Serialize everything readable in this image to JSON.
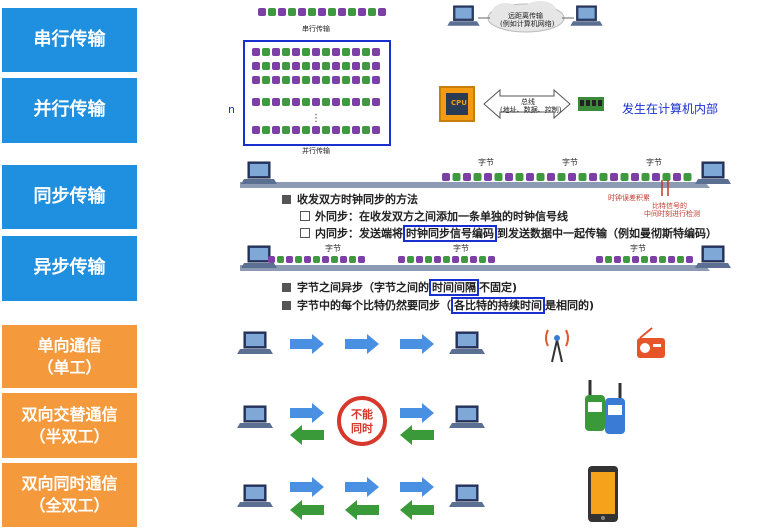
{
  "labels": {
    "serial": "串行传输",
    "parallel": "并行传输",
    "sync": "同步传输",
    "async": "异步传输",
    "simplex": [
      "单向通信",
      "（单工）"
    ],
    "half_duplex": [
      "双向交替通信",
      "（半双工）"
    ],
    "full_duplex": [
      "双向同时通信",
      "（全双工）"
    ]
  },
  "serial": {
    "caption": "串行传输",
    "cloud_line1": "远距离传输",
    "cloud_line2": "(例如计算机网络)"
  },
  "parallel": {
    "caption": "并行传输",
    "stray": "n",
    "cpu": "CPU",
    "bus_title": "总线",
    "bus_sub": "(地址、数据、控制)",
    "note": "发生在计算机内部"
  },
  "sync": {
    "byte": "字节",
    "clock_note": "时钟误差积累",
    "clock_note2": [
      "比特信号的",
      "中间时刻进行检测"
    ],
    "heading": "收发双方时钟同步的方法",
    "external": "外同步：在收发双方之间添加一条单独的时钟信号线",
    "internal_pre": "内同步：发送端将",
    "internal_hl": "时钟同步信号编码",
    "internal_post": "到发送数据中一起传输（例如曼彻斯特编码）"
  },
  "async": {
    "byte": "字节",
    "line1_pre": "字节之间异步（字节之间的",
    "line1_hl": "时间间隔",
    "line1_post": "不固定)",
    "line2_pre": "字节中的每个比特仍然要同步（",
    "line2_hl": "各比特的持续时间",
    "line2_post": "是相同的)"
  },
  "half_duplex": {
    "badge": [
      "不能",
      "同时"
    ]
  },
  "icons": [
    "laptop-icon",
    "cloud-icon",
    "cpu-icon",
    "memory-icon",
    "antenna-icon",
    "radio-icon",
    "walkie-talkie-icon",
    "smartphone-icon",
    "arrow-right-icon",
    "arrow-left-icon"
  ],
  "colors": {
    "blue_label": "#1f8fe0",
    "orange_label": "#f59a3c",
    "arrow_blue": "#4a90e2",
    "arrow_green": "#3a9a3a",
    "highlight": "#1a2fcf",
    "bit_purple": "#7b3fa6",
    "bit_green": "#3f9a3f"
  }
}
